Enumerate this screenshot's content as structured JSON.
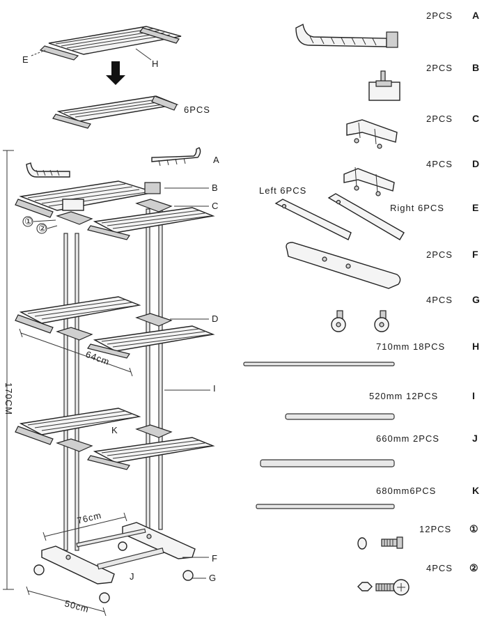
{
  "parts": [
    {
      "key": "A",
      "qty": "2PCS"
    },
    {
      "key": "B",
      "qty": "2PCS"
    },
    {
      "key": "C",
      "qty": "2PCS"
    },
    {
      "key": "D",
      "qty": "4PCS"
    },
    {
      "key": "E",
      "qty": "Right 6PCS",
      "extra": "Left 6PCS"
    },
    {
      "key": "F",
      "qty": "2PCS"
    },
    {
      "key": "G",
      "qty": "4PCS"
    },
    {
      "key": "H",
      "qty": "710mm 18PCS"
    },
    {
      "key": "I",
      "qty": "520mm 12PCS"
    },
    {
      "key": "J",
      "qty": "660mm 2PCS"
    },
    {
      "key": "K",
      "qty": "680mm6PCS"
    },
    {
      "key": "①",
      "qty": "12PCS"
    },
    {
      "key": "②",
      "qty": "4PCS"
    }
  ],
  "assembly": {
    "top_labels": {
      "E": "E",
      "H": "H",
      "qty": "6PCS"
    },
    "side_labels": [
      "A",
      "B",
      "C",
      "D",
      "I",
      "F",
      "G",
      "J",
      "K"
    ],
    "screw_labels": [
      "①",
      "②"
    ],
    "dimensions": {
      "height": "170CM",
      "depth": "64cm",
      "width": "76cm",
      "base": "50cm"
    }
  }
}
